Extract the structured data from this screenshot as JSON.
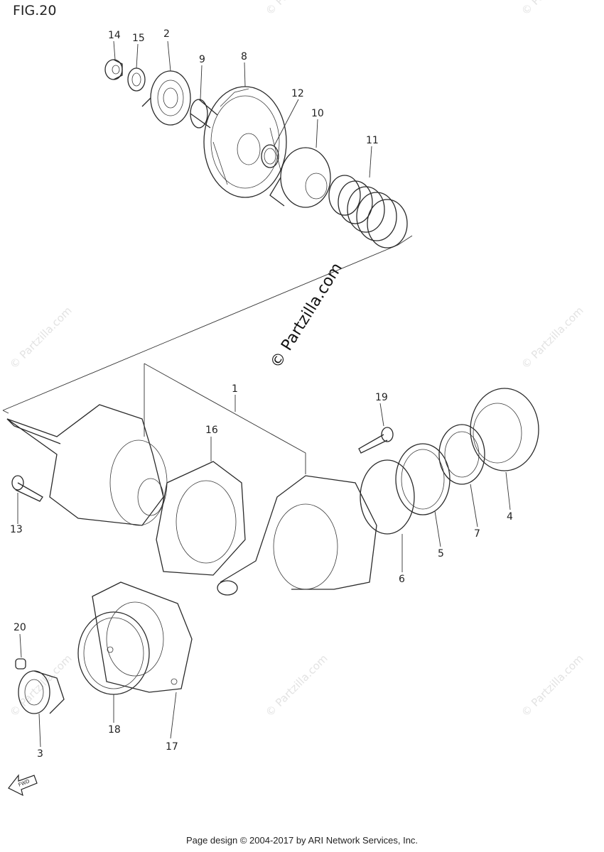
{
  "figure_title": "FIG.20",
  "watermark": "© Partzilla.com",
  "footer": "Page design © 2004-2017 by ARI Network Services, Inc.",
  "fwd_label": "FWD",
  "callouts": [
    "14",
    "15",
    "2",
    "9",
    "8",
    "12",
    "10",
    "11",
    "1",
    "16",
    "19",
    "13",
    "4",
    "7",
    "5",
    "6",
    "20",
    "18",
    "17",
    "3"
  ]
}
